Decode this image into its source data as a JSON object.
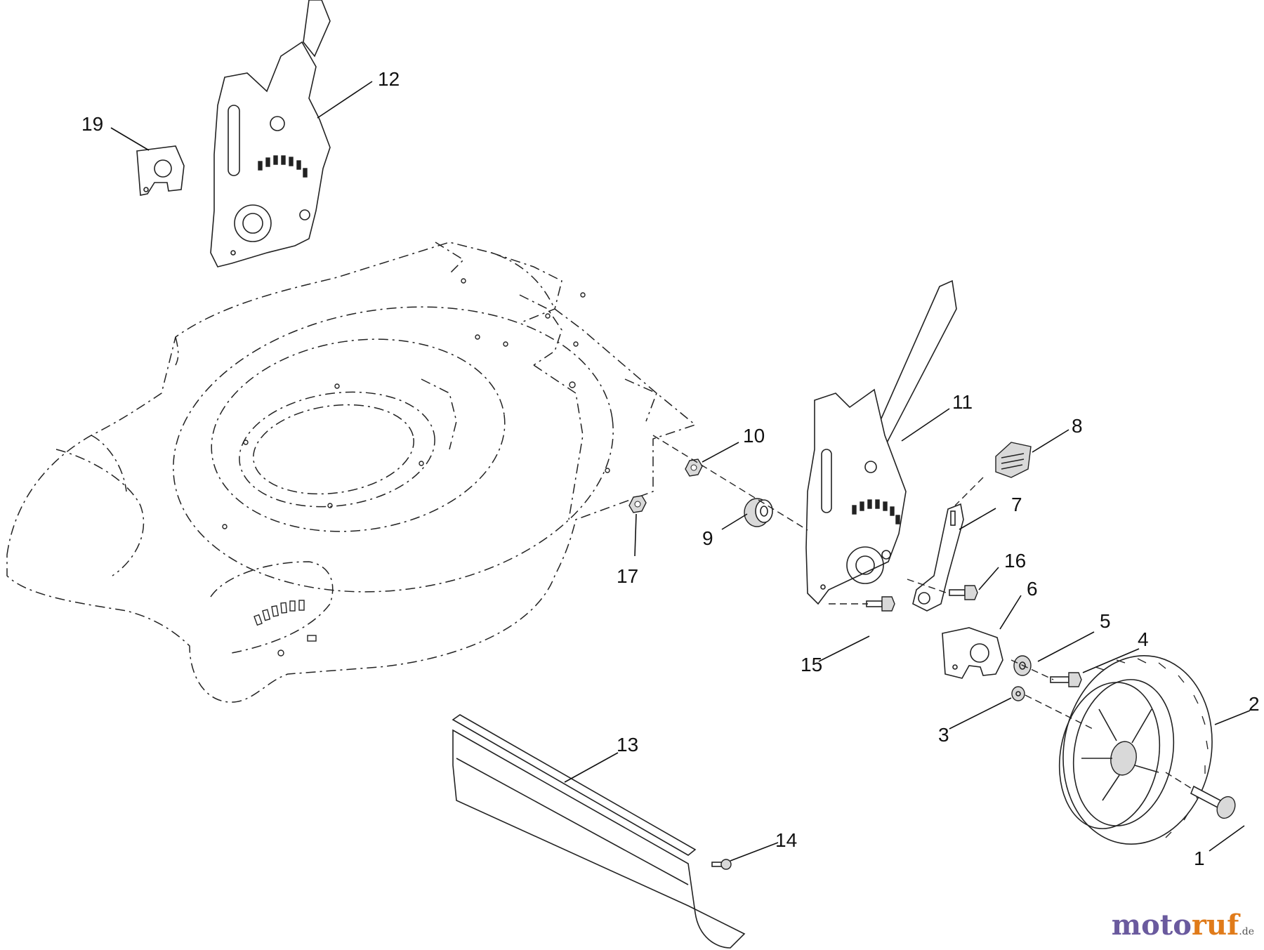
{
  "diagram": {
    "type": "exploded parts diagram",
    "callouts": [
      {
        "id": "1",
        "label": "1"
      },
      {
        "id": "2",
        "label": "2"
      },
      {
        "id": "3",
        "label": "3"
      },
      {
        "id": "4",
        "label": "4"
      },
      {
        "id": "5",
        "label": "5"
      },
      {
        "id": "6",
        "label": "6"
      },
      {
        "id": "7",
        "label": "7"
      },
      {
        "id": "8",
        "label": "8"
      },
      {
        "id": "9",
        "label": "9"
      },
      {
        "id": "10",
        "label": "10"
      },
      {
        "id": "11",
        "label": "11"
      },
      {
        "id": "12",
        "label": "12"
      },
      {
        "id": "13",
        "label": "13"
      },
      {
        "id": "14",
        "label": "14"
      },
      {
        "id": "15",
        "label": "15"
      },
      {
        "id": "16",
        "label": "16"
      },
      {
        "id": "17",
        "label": "17"
      },
      {
        "id": "19",
        "label": "19"
      }
    ]
  },
  "watermark": {
    "part1": "moto",
    "part2": "ruf",
    "tld": ".de"
  },
  "colors": {
    "line": "#222222",
    "watermark_purple": "#6a5a9e",
    "watermark_orange": "#e07b1a"
  }
}
